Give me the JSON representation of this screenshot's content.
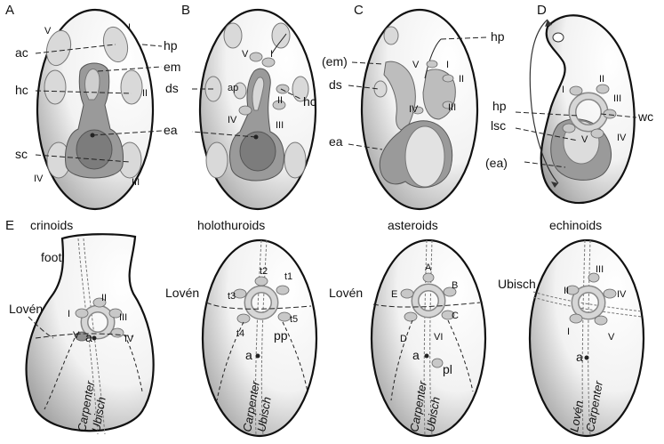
{
  "panels": {
    "A": {
      "letter": "A",
      "labels": [
        "ac",
        "hc",
        "sc",
        "hp",
        "em",
        "ea",
        "V",
        "I",
        "II",
        "IV",
        "III"
      ]
    },
    "B": {
      "letter": "B",
      "labels": [
        "ds",
        "ap",
        "hc",
        "V",
        "I",
        "II",
        "IV",
        "III"
      ]
    },
    "C": {
      "letter": "C",
      "labels": [
        "(em)",
        "ds",
        "ea",
        "hp",
        "V",
        "I",
        "II",
        "IV",
        "III"
      ]
    },
    "D": {
      "letter": "D",
      "labels": [
        "hp",
        "lsc",
        "(ea)",
        "wc",
        "I",
        "II",
        "III",
        "IV",
        "V"
      ]
    },
    "E": {
      "letter": "E",
      "crinoids": {
        "title": "crinoids",
        "foot": "foot",
        "loven": "Lovén",
        "a": "a",
        "carpenter": "Carpenter",
        "ubisch": "Ubisch",
        "rays": [
          "I",
          "II",
          "III",
          "IV",
          "V"
        ]
      },
      "holothuroids": {
        "title": "holothuroids",
        "loven": "Lovén",
        "a": "a",
        "pp": "pp",
        "carpenter": "Carpenter",
        "ubisch": "Ubisch",
        "tentacles": [
          "t1",
          "t2",
          "t3",
          "t4",
          "t5"
        ]
      },
      "asteroids": {
        "title": "asteroids",
        "loven": "Lovén",
        "a": "a",
        "pl": "pl",
        "carpenter": "Carpenter",
        "ubisch": "Ubisch",
        "arms": [
          "A",
          "B",
          "C",
          "D",
          "E",
          "VI"
        ]
      },
      "echinoids": {
        "title": "echinoids",
        "ubisch": "Ubisch",
        "a": "a",
        "loven": "Lovén",
        "carpenter": "Carpenter",
        "rays": [
          "II",
          "III",
          "IV",
          "I",
          "V"
        ]
      }
    }
  }
}
